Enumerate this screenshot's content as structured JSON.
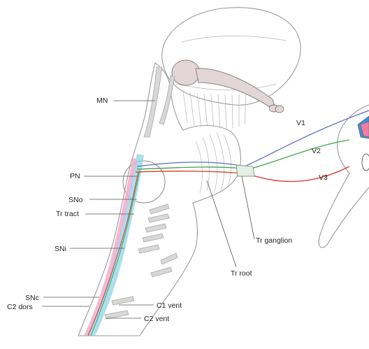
{
  "labels": {
    "mn": "MN",
    "pn": "PN",
    "sno": "SNo",
    "tr_tract": "Tr tract",
    "sni": "SNi",
    "snc": "SNc",
    "c2_dors": "C2 dors",
    "c2_vent": "C2 vent",
    "c1_vent": "C1 vent",
    "tr_root": "Tr root",
    "tr_ganglion": "Tr ganglion",
    "v1": "V1",
    "v2": "V2",
    "v3": "V3"
  },
  "colors": {
    "v1": "#5a6fc4",
    "v2": "#3fa54a",
    "v3": "#d9352b",
    "tract_cyan": "#8fd3e8",
    "tract_pink": "#f0a8c8",
    "orbit_blue": "#3b8fd6",
    "orbit_pink": "#f07ea0",
    "thalamus": "#e2d6d6"
  }
}
